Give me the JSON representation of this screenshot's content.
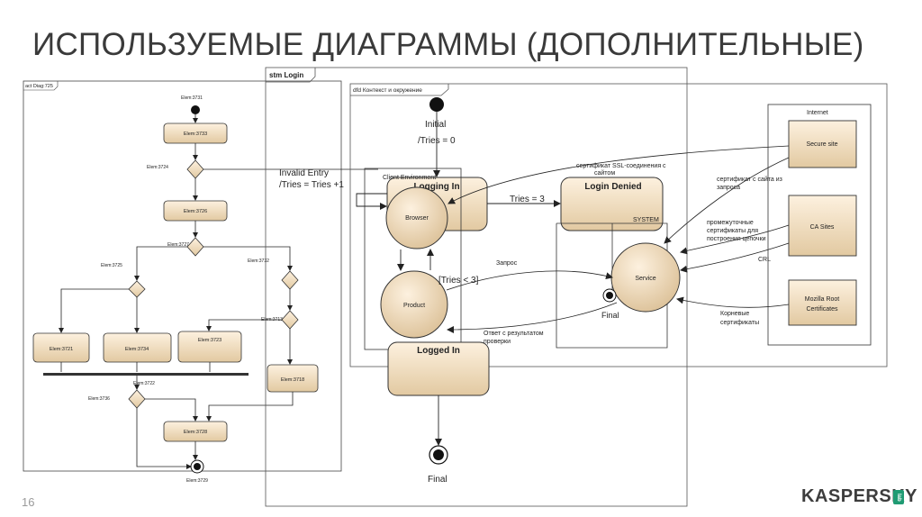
{
  "title": "ИСПОЛЬЗУЕМЫЕ ДИАГРАММЫ (ДОПОЛНИТЕЛЬНЫЕ)",
  "page_number": "16",
  "logo": "KASPERSKY",
  "logo_lab": "lab",
  "activity": {
    "frame_label": "act Diag:725",
    "elem3731": "Elem:3731",
    "elem3733": "Elem:3733",
    "elem3724": "Elem:3724",
    "elem3726": "Elem:3726",
    "elem3727": "Elem:3727",
    "elem3725": "Elem:3725",
    "elem3732": "Elem:3732",
    "elem3721": "Elem:3721",
    "elem3734": "Elem:3734",
    "elem3723": "Elem:3723",
    "elem3713": "Elem:3713",
    "elem3718": "Elem:3718",
    "elem3722": "Elem:3722",
    "elem3736": "Elem:3736",
    "elem3728": "Elem:3728",
    "elem3729": "Elem:3729"
  },
  "stm": {
    "frame_label": "stm Login",
    "initial": "Initial",
    "tries0": "/Tries = 0",
    "invalid_entry": "Invalid Entry",
    "tries_inc": "/Tries = Tries +1",
    "logging_in": "Logging In",
    "login_denied": "Login Denied",
    "tries3": "Tries = 3",
    "tries_lt3": "[Tries < 3]",
    "logged_in": "Logged In",
    "final": "Final",
    "final_small": "Final"
  },
  "dfd": {
    "frame_label": "dfd Контекст и окружение",
    "client_env": "Client Environment",
    "browser": "Browser",
    "product": "Product",
    "system": "SYSTEM",
    "service": "Service",
    "internet": "Internet",
    "secure_site": "Secure site",
    "ca_sites": "CA Sites",
    "mozilla_root_1": "Mozilla Root",
    "mozilla_root_2": "Certificates",
    "ssl_cert_1": "сертификат SSL-соединения с",
    "ssl_cert_2": "сайтом",
    "site_cert_1": "сертификат с сайта из",
    "site_cert_2": "запроса",
    "intermediate_1": "промежуточные",
    "intermediate_2": "сертификаты для",
    "intermediate_3": "построения цепочки",
    "crl": "CRL",
    "root_1": "Корневые",
    "root_2": "сертификаты",
    "request": "Запрос",
    "response_1": "Ответ с результатом",
    "response_2": "проверки"
  }
}
